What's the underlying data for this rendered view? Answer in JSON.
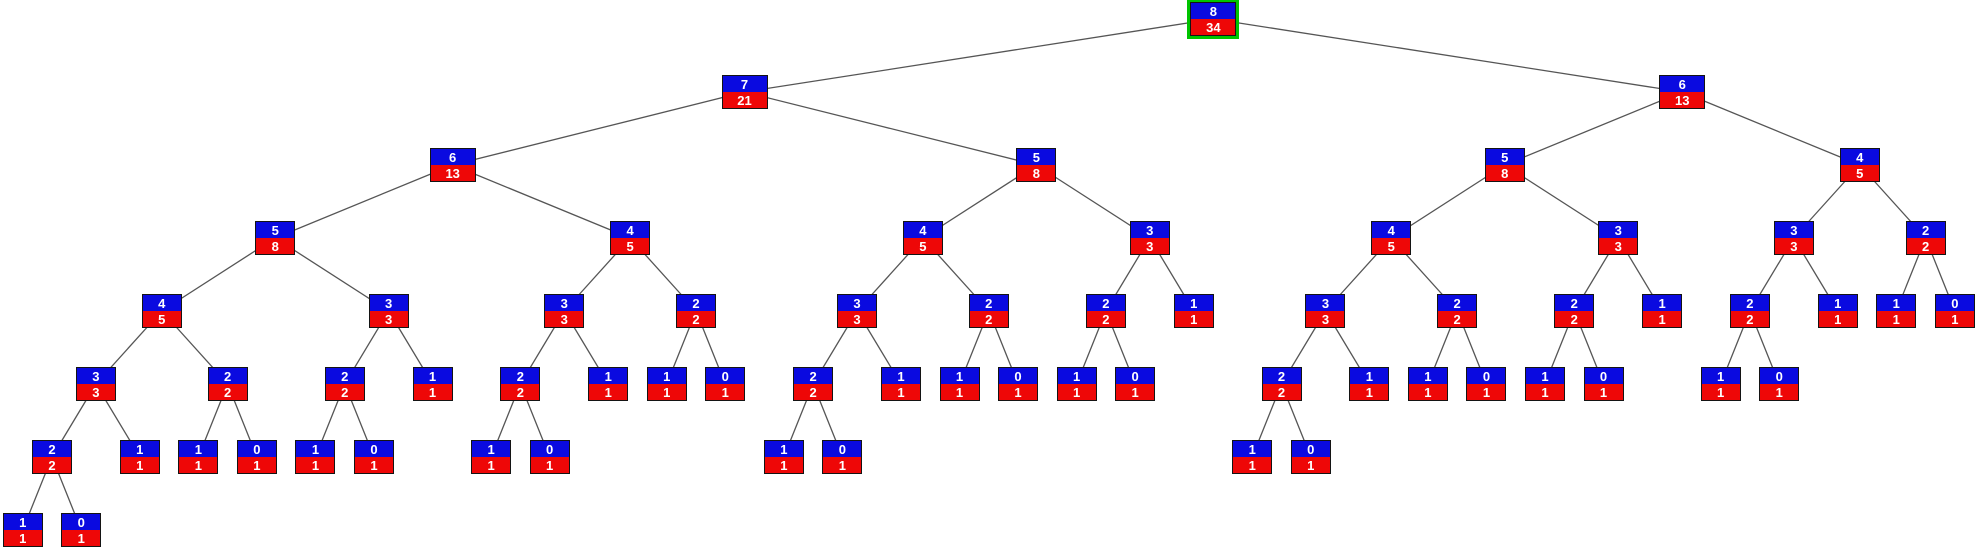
{
  "palette": {
    "background": "#ffffff",
    "node_top_blue": "#0a0ae0",
    "node_bottom_red": "#ee0707",
    "node_border": "#141414",
    "node_text": "#ffffff",
    "edge_gray": "#555555",
    "highlight_green": "#00c400"
  },
  "tree": {
    "n": 8,
    "f": 34,
    "highlight": true,
    "c": [
      {
        "n": 7,
        "f": 21,
        "c": [
          {
            "n": 6,
            "f": 13,
            "c": [
              {
                "n": 5,
                "f": 8,
                "c": [
                  {
                    "n": 4,
                    "f": 5,
                    "c": [
                      {
                        "n": 3,
                        "f": 3,
                        "c": [
                          {
                            "n": 2,
                            "f": 2,
                            "c": [
                              {
                                "n": 1,
                                "f": 1
                              },
                              {
                                "n": 0,
                                "f": 1
                              }
                            ]
                          },
                          {
                            "n": 1,
                            "f": 1
                          }
                        ]
                      },
                      {
                        "n": 2,
                        "f": 2,
                        "c": [
                          {
                            "n": 1,
                            "f": 1
                          },
                          {
                            "n": 0,
                            "f": 1
                          }
                        ]
                      }
                    ]
                  },
                  {
                    "n": 3,
                    "f": 3,
                    "c": [
                      {
                        "n": 2,
                        "f": 2,
                        "c": [
                          {
                            "n": 1,
                            "f": 1
                          },
                          {
                            "n": 0,
                            "f": 1
                          }
                        ]
                      },
                      {
                        "n": 1,
                        "f": 1
                      }
                    ]
                  }
                ]
              },
              {
                "n": 4,
                "f": 5,
                "c": [
                  {
                    "n": 3,
                    "f": 3,
                    "c": [
                      {
                        "n": 2,
                        "f": 2,
                        "c": [
                          {
                            "n": 1,
                            "f": 1
                          },
                          {
                            "n": 0,
                            "f": 1
                          }
                        ]
                      },
                      {
                        "n": 1,
                        "f": 1
                      }
                    ]
                  },
                  {
                    "n": 2,
                    "f": 2,
                    "c": [
                      {
                        "n": 1,
                        "f": 1
                      },
                      {
                        "n": 0,
                        "f": 1
                      }
                    ]
                  }
                ]
              }
            ]
          },
          {
            "n": 5,
            "f": 8,
            "c": [
              {
                "n": 4,
                "f": 5,
                "c": [
                  {
                    "n": 3,
                    "f": 3,
                    "c": [
                      {
                        "n": 2,
                        "f": 2,
                        "c": [
                          {
                            "n": 1,
                            "f": 1
                          },
                          {
                            "n": 0,
                            "f": 1
                          }
                        ]
                      },
                      {
                        "n": 1,
                        "f": 1
                      }
                    ]
                  },
                  {
                    "n": 2,
                    "f": 2,
                    "c": [
                      {
                        "n": 1,
                        "f": 1
                      },
                      {
                        "n": 0,
                        "f": 1
                      }
                    ]
                  }
                ]
              },
              {
                "n": 3,
                "f": 3,
                "c": [
                  {
                    "n": 2,
                    "f": 2,
                    "c": [
                      {
                        "n": 1,
                        "f": 1
                      },
                      {
                        "n": 0,
                        "f": 1
                      }
                    ]
                  },
                  {
                    "n": 1,
                    "f": 1
                  }
                ]
              }
            ]
          }
        ]
      },
      {
        "n": 6,
        "f": 13,
        "c": [
          {
            "n": 5,
            "f": 8,
            "c": [
              {
                "n": 4,
                "f": 5,
                "c": [
                  {
                    "n": 3,
                    "f": 3,
                    "c": [
                      {
                        "n": 2,
                        "f": 2,
                        "c": [
                          {
                            "n": 1,
                            "f": 1
                          },
                          {
                            "n": 0,
                            "f": 1
                          }
                        ]
                      },
                      {
                        "n": 1,
                        "f": 1
                      }
                    ]
                  },
                  {
                    "n": 2,
                    "f": 2,
                    "c": [
                      {
                        "n": 1,
                        "f": 1
                      },
                      {
                        "n": 0,
                        "f": 1
                      }
                    ]
                  }
                ]
              },
              {
                "n": 3,
                "f": 3,
                "c": [
                  {
                    "n": 2,
                    "f": 2,
                    "c": [
                      {
                        "n": 1,
                        "f": 1
                      },
                      {
                        "n": 0,
                        "f": 1
                      }
                    ]
                  },
                  {
                    "n": 1,
                    "f": 1
                  }
                ]
              }
            ]
          },
          {
            "n": 4,
            "f": 5,
            "c": [
              {
                "n": 3,
                "f": 3,
                "c": [
                  {
                    "n": 2,
                    "f": 2,
                    "c": [
                      {
                        "n": 1,
                        "f": 1
                      },
                      {
                        "n": 0,
                        "f": 1
                      }
                    ]
                  },
                  {
                    "n": 1,
                    "f": 1
                  }
                ]
              },
              {
                "n": 2,
                "f": 2,
                "c": [
                  {
                    "n": 1,
                    "f": 1
                  },
                  {
                    "n": 0,
                    "f": 1
                  }
                ]
              }
            ]
          }
        ]
      }
    ]
  }
}
